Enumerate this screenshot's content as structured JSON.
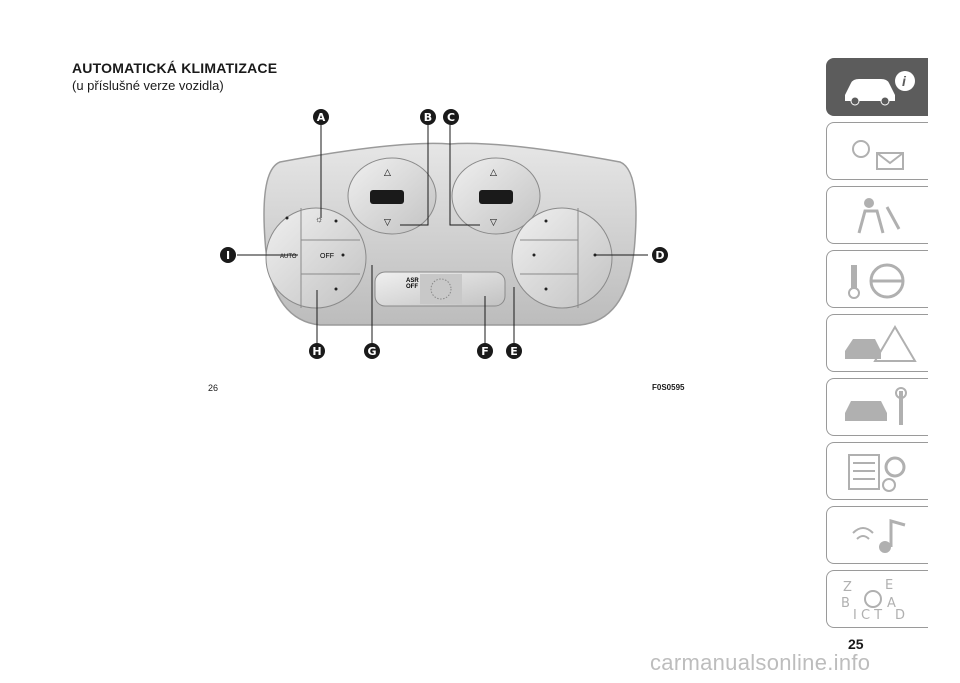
{
  "section": {
    "title": "AUTOMATICKÁ KLIMATIZACE",
    "subtitle": "(u příslušné verze vozidla)"
  },
  "figure": {
    "number": "26",
    "code": "F0S0595",
    "callouts": [
      "A",
      "B",
      "C",
      "D",
      "E",
      "F",
      "G",
      "H",
      "I"
    ],
    "panel_labels": {
      "auto": "AUTO",
      "off": "OFF",
      "asr_line1": "ASR",
      "asr_line2": "OFF"
    }
  },
  "page": {
    "number": "25"
  },
  "watermark": "carmanualsonline.info",
  "tabs": [
    {
      "icon": "car-info-icon",
      "active": true
    },
    {
      "icon": "dashboard-lights-icon",
      "active": false
    },
    {
      "icon": "seatbelt-airbag-icon",
      "active": false
    },
    {
      "icon": "steering-wheel-key-icon",
      "active": false
    },
    {
      "icon": "warning-triangle-icon",
      "active": false
    },
    {
      "icon": "car-tools-icon",
      "active": false
    },
    {
      "icon": "specs-gear-icon",
      "active": false
    },
    {
      "icon": "multimedia-icon",
      "active": false
    },
    {
      "icon": "alphabet-index-icon",
      "active": false
    }
  ],
  "colors": {
    "tab_active": "#5c5c5c",
    "callout": "#1a1a1a",
    "panel": "#d0d0d0"
  }
}
